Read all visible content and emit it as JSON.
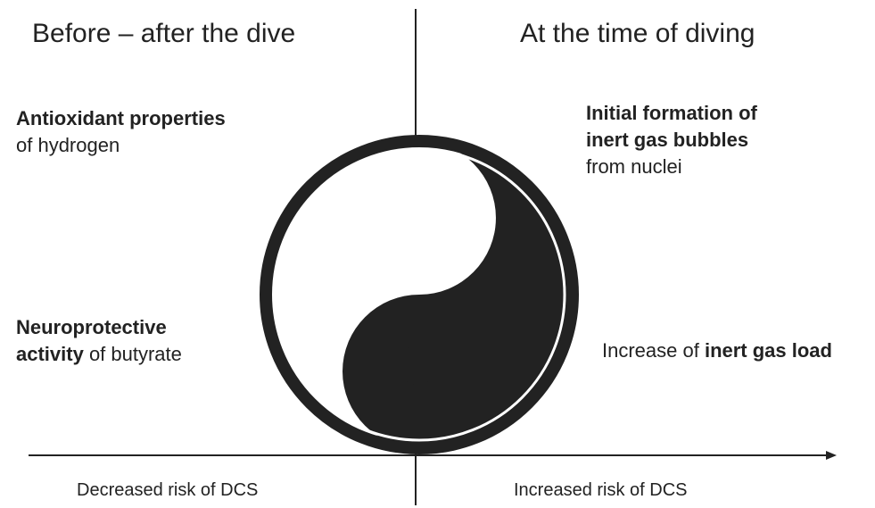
{
  "headers": {
    "left": "Before – after the dive",
    "right": "At the time of diving"
  },
  "left_factors": {
    "antioxidant": {
      "bold": "Antioxidant properties",
      "rest": "of hydrogen"
    },
    "neuroprotective": {
      "bold_line1": "Neuroprotective",
      "bold_line2": "activity",
      "rest": " of butyrate"
    }
  },
  "right_factors": {
    "bubbles": {
      "bold_line1": "Initial formation of",
      "bold_line2": "inert gas bubbles",
      "rest": "from nuclei"
    },
    "gas_load": {
      "prefix": "Increase of ",
      "bold": "inert gas load"
    }
  },
  "axis": {
    "left_label": "Decreased risk of DCS",
    "right_label": "Increased risk of DCS"
  },
  "symbol": {
    "name": "yin-yang",
    "dark_color": "#222222",
    "light_color": "#ffffff"
  }
}
